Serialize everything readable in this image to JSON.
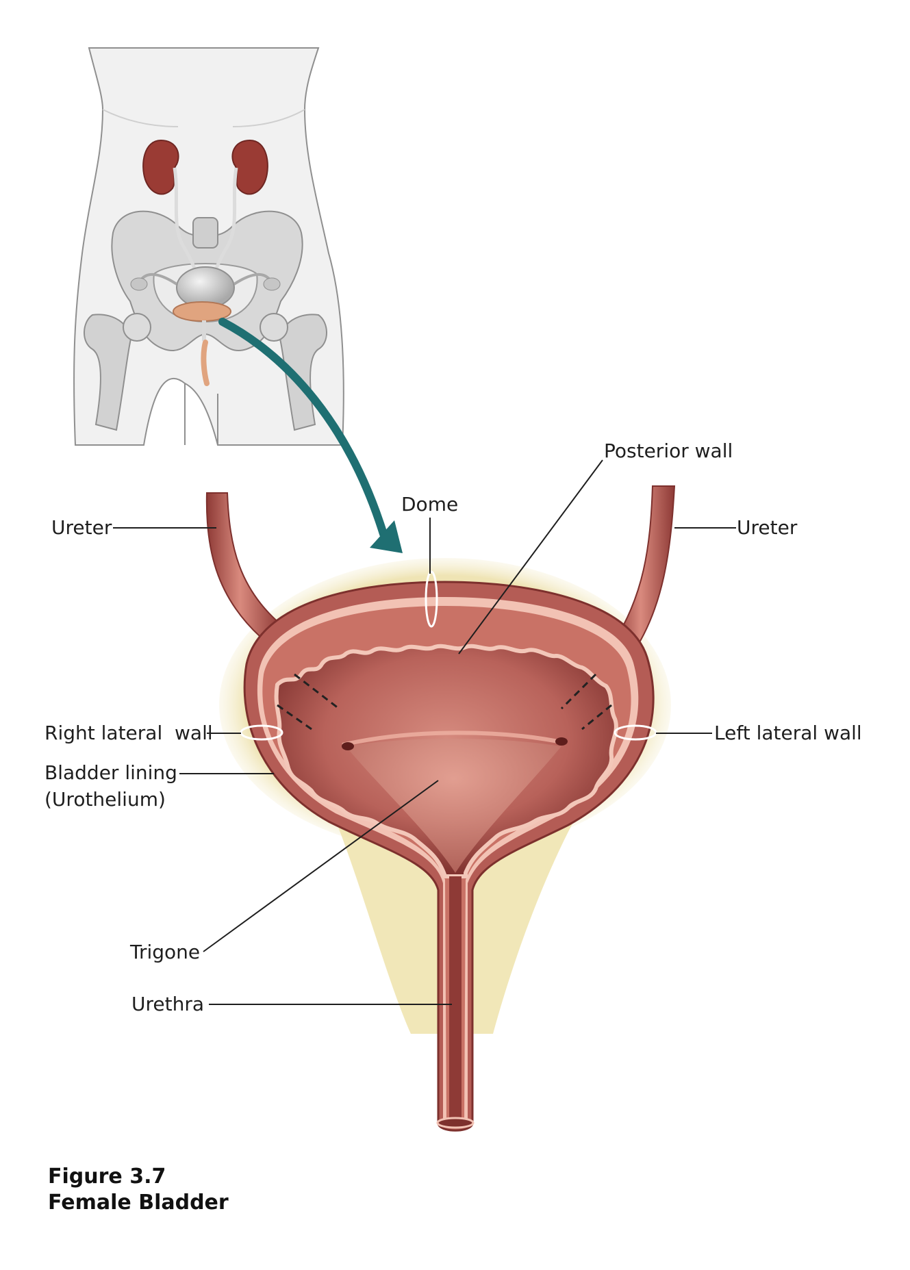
{
  "labels": {
    "posterior_wall": "Posterior wall",
    "dome": "Dome",
    "ureter_right": "Ureter",
    "ureter_left": "Ureter",
    "right_lateral_wall": "Right lateral  wall",
    "left_lateral_wall": "Left lateral wall",
    "bladder_lining": "Bladder lining",
    "urothelium": "(Urothelium)",
    "trigone": "Trigone",
    "urethra": "Urethra"
  },
  "caption": {
    "number": "Figure 3.7",
    "title": "Female Bladder"
  },
  "colors": {
    "tissue": "#c96f66",
    "tissue_dark": "#8e3a36",
    "lining": "#f2c2b4",
    "fat": "#ecdfa4",
    "skin": "#f0f0f0",
    "bone": "#d6d6d6",
    "kidney": "#9a3b34",
    "arrow": "#1f6f72",
    "leader": "#1e1e1e"
  }
}
